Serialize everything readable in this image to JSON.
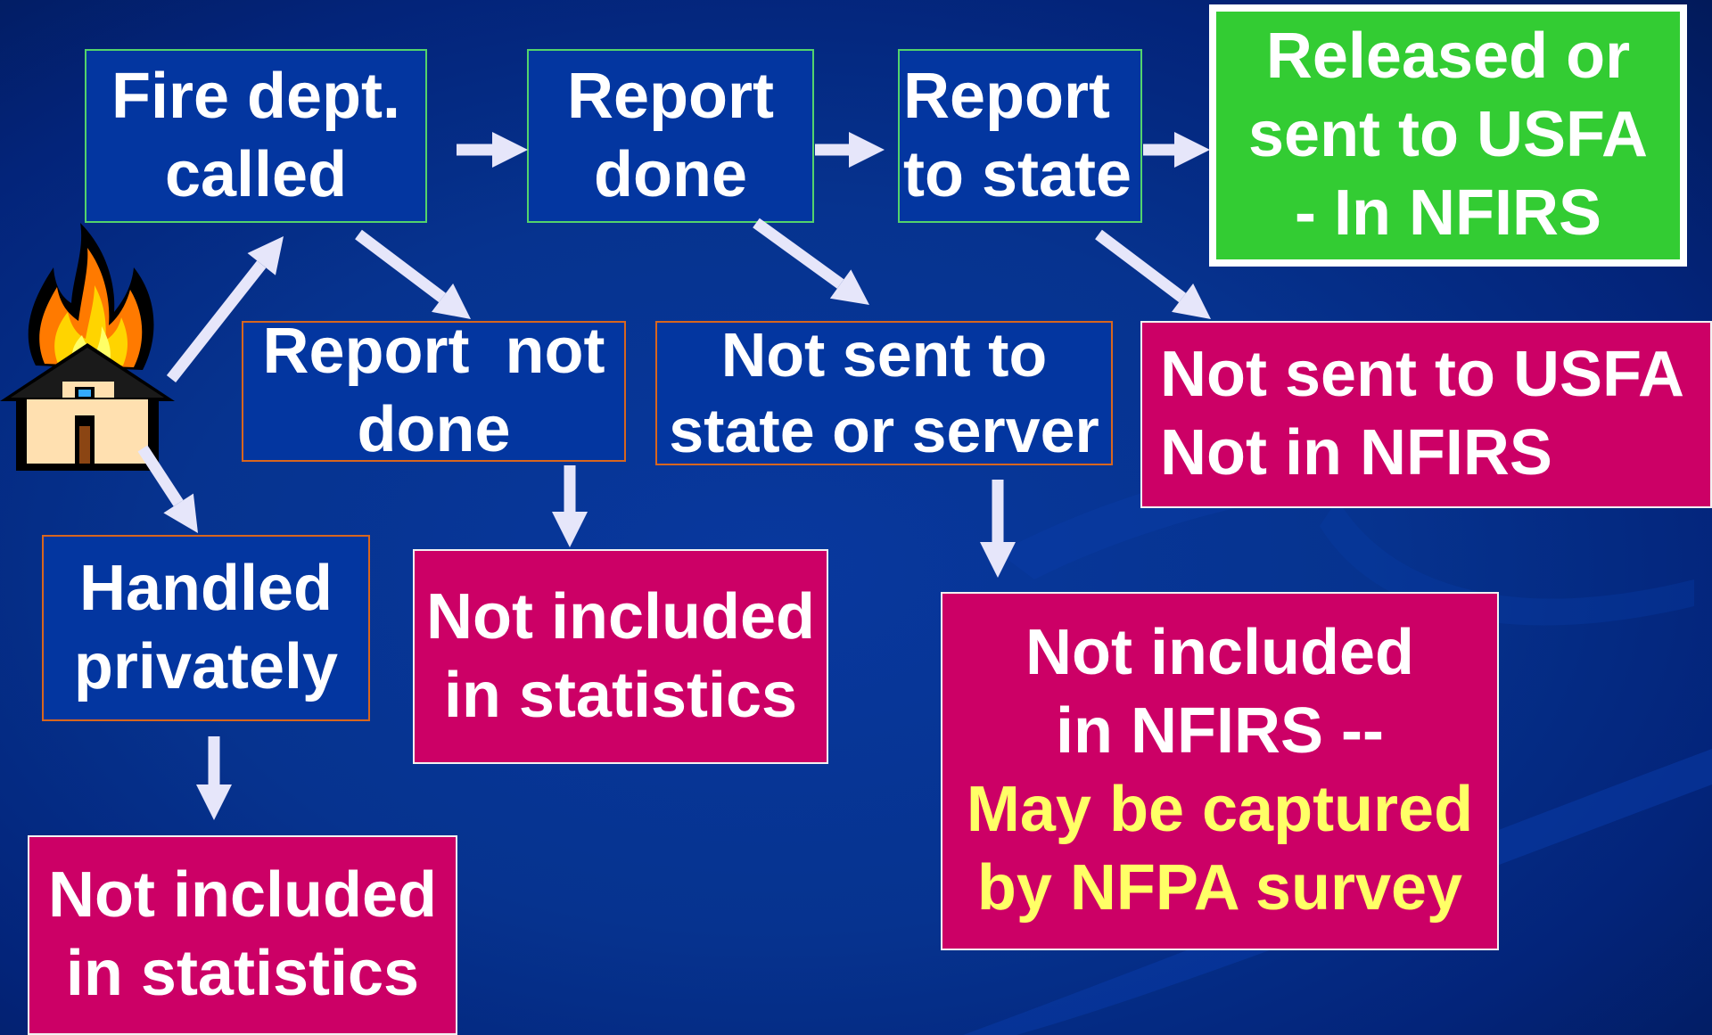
{
  "nodes": {
    "fire_called": {
      "lines": [
        "Fire dept.",
        "called"
      ]
    },
    "report_done": {
      "lines": [
        "Report",
        "done"
      ]
    },
    "report_to_state": {
      "lines": [
        "Report",
        "to state"
      ]
    },
    "released": {
      "lines": [
        "Released or",
        "sent to USFA",
        "- In NFIRS"
      ]
    },
    "report_not_done": {
      "lines": [
        "Report  not",
        "done"
      ]
    },
    "not_sent_state": {
      "lines": [
        "Not sent to",
        "state or server"
      ]
    },
    "not_sent_usfa": {
      "lines": [
        "Not sent to USFA",
        "Not in NFIRS"
      ]
    },
    "handled_privately": {
      "lines": [
        "Handled",
        "privately"
      ]
    },
    "not_included_mid": {
      "lines": [
        "Not included",
        "in statistics"
      ]
    },
    "not_included_nfirs": {
      "lines": [
        "Not included",
        "in NFIRS --"
      ],
      "highlight_lines": [
        "May be captured",
        "by NFPA survey"
      ]
    },
    "not_included_bottom": {
      "lines": [
        "Not included",
        "in statistics"
      ]
    }
  },
  "colors": {
    "background": "#06338f",
    "box_blue": "#0336a0",
    "box_magenta": "#cc0066",
    "box_green": "#33cc33",
    "border_green": "#53d36b",
    "border_orange": "#d8661e",
    "arrow": "#e6e6fa",
    "highlight_text": "#ffff66"
  },
  "icons": {
    "fire": "burning-house-icon"
  }
}
